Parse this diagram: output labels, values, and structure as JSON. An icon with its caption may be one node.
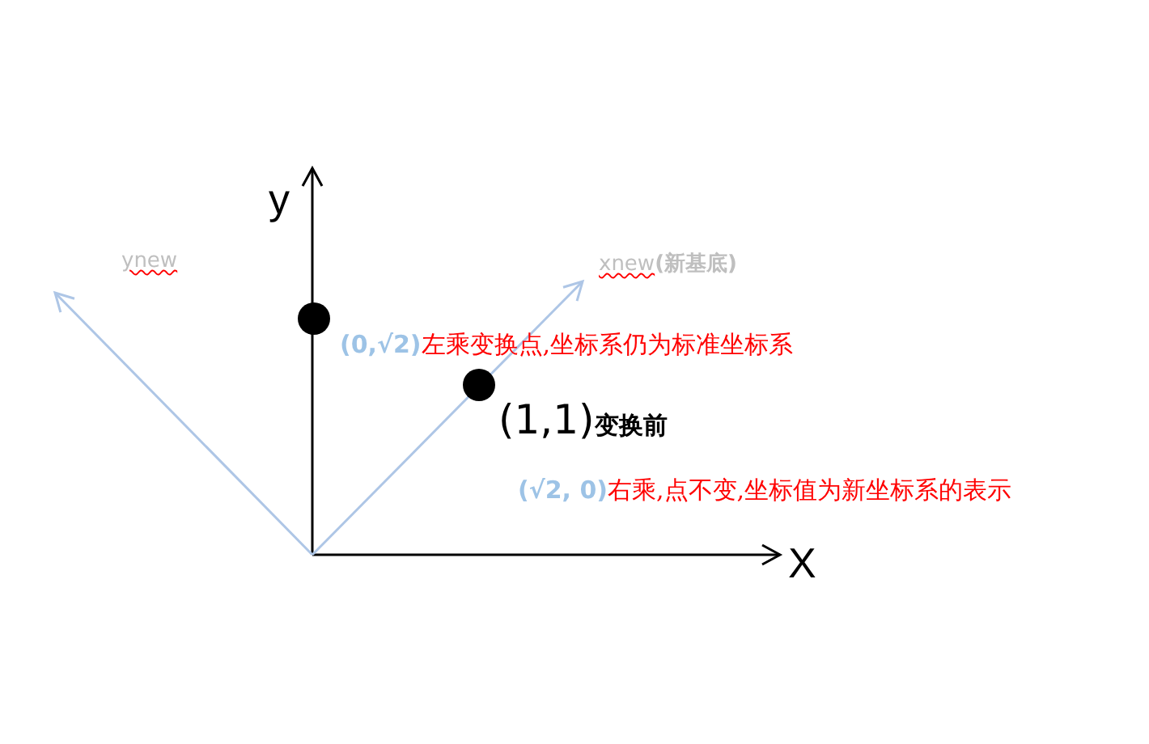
{
  "diagram": {
    "nodes": [
      {
        "text": [],
        "shape": "circle",
        "beside": [
          "(0,√2)",
          "左乘变换点,坐标系仍为标准坐标系"
        ]
      },
      {
        "text": [],
        "shape": "circle",
        "beside": [
          "(1,1)",
          "变换前"
        ]
      }
    ],
    "labels": [
      "y",
      "ynew",
      "xnew",
      "(新基底)",
      "(√2, 0)",
      "右乘,点不变,坐标值为新坐标系的表示",
      "X"
    ]
  }
}
